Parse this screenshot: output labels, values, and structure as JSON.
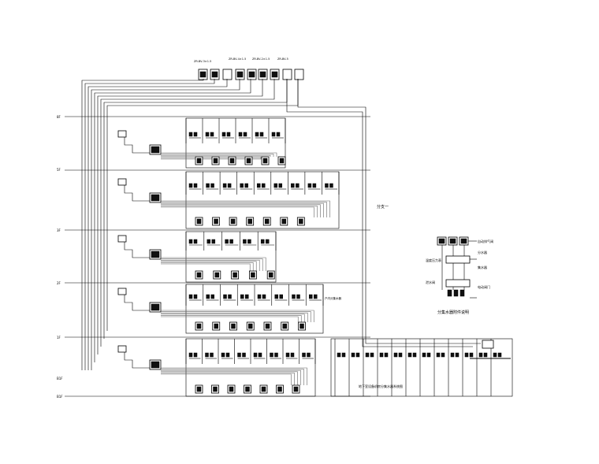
{
  "drawing": {
    "top_header_labels": [
      "ZR-BV-3×1.5",
      "ZR-BV-4×1.5",
      "ZR-BV-2×1.5",
      "ZR-BV-5"
    ],
    "floor_labels": [
      "8F",
      "5F",
      "3F",
      "2F",
      "1F",
      "B1F"
    ],
    "side_note": "分支一",
    "bottom_label_1": "B1F",
    "legend_title": "分集水器附件说明",
    "legend_items": [
      "自动排气阀",
      "分水器",
      "温度压力表",
      "集水器",
      "泄水阀",
      "电动阀门"
    ],
    "bottom_caption": "地下室设备机房分集水器系统图",
    "small_caption_right": "户内分集水器"
  }
}
